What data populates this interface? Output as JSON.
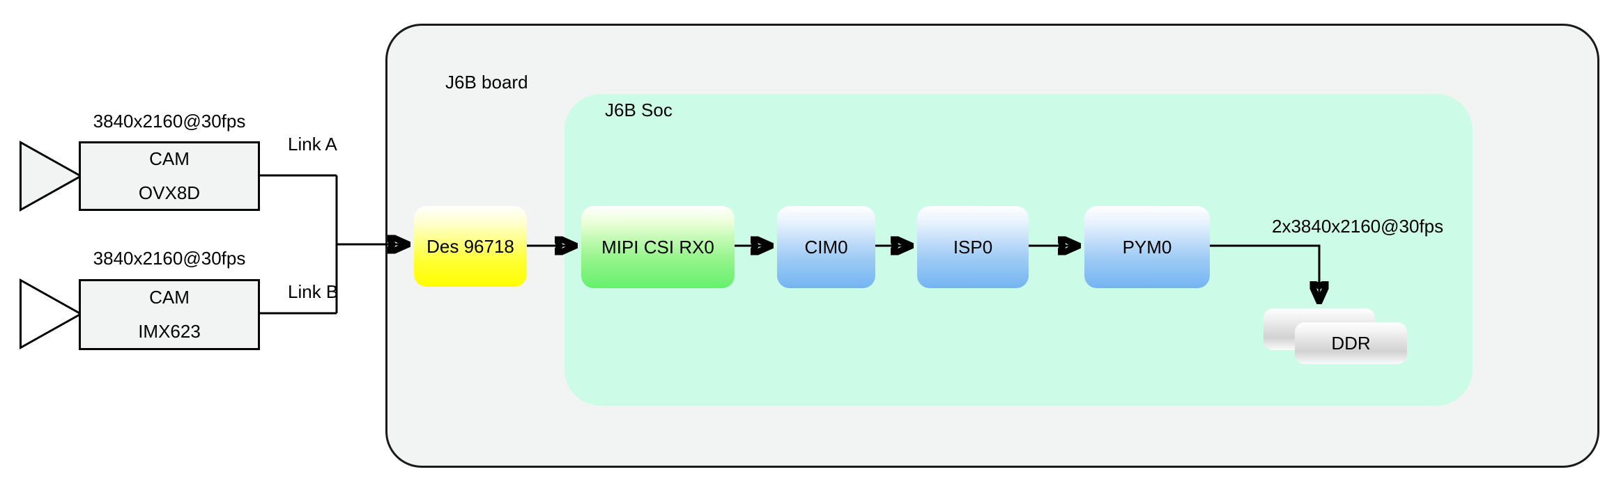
{
  "diagram": {
    "title": "J6B camera capture pipeline block diagram",
    "colors": {
      "board_fill": "#f2f4f3",
      "soc_fill": "#ccfbe8",
      "deserializer": "#ffff00",
      "mipi": "#66f06e",
      "processing": "#74b4f2",
      "memory": "#d2d2d2",
      "wire": "#000000"
    }
  },
  "containers": {
    "board_label": "J6B board",
    "soc_label": "J6B Soc"
  },
  "cameras": [
    {
      "rate_label": "3840x2160@30fps",
      "title": "CAM",
      "model": "OVX8D",
      "link_label": "Link A"
    },
    {
      "rate_label": "3840x2160@30fps",
      "title": "CAM",
      "model": "IMX623",
      "link_label": "Link B"
    }
  ],
  "pipeline": [
    {
      "id": "des",
      "label": "Des 96718"
    },
    {
      "id": "mipi",
      "label": "MIPI CSI RX0"
    },
    {
      "id": "cim",
      "label": "CIM0"
    },
    {
      "id": "isp",
      "label": "ISP0"
    },
    {
      "id": "pym",
      "label": "PYM0"
    }
  ],
  "output": {
    "rate_label": "2x3840x2160@30fps",
    "memory_label": "DDR"
  }
}
